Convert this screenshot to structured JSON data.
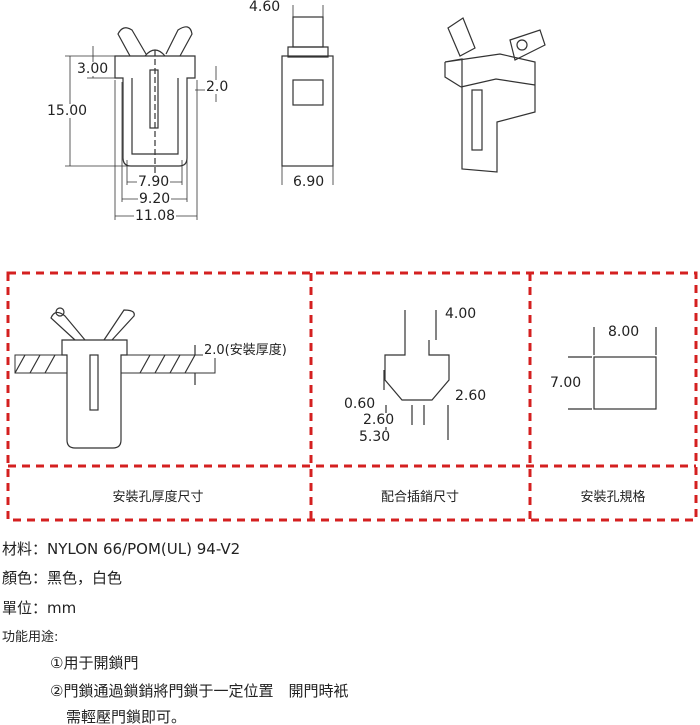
{
  "dimensions": {
    "front": {
      "height": "15.00",
      "top": "3.00",
      "step": "2.0",
      "inner": "7.90",
      "mid": "9.20",
      "outer": "11.08"
    },
    "side": {
      "top": "4.60",
      "bottom": "6.90"
    },
    "panel_thickness": {
      "thickness": "2.0(安裝厚度)"
    },
    "pin": {
      "top": "4.00",
      "small": "0.60",
      "right": "2.60",
      "mid": "2.60",
      "bottom": "5.30"
    },
    "hole": {
      "width": "8.00",
      "height": "7.00"
    }
  },
  "captions": [
    "安裝孔厚度尺寸",
    "配合插銷尺寸",
    "安裝孔規格"
  ],
  "specs": {
    "material": "材料：NYLON 66/POM(UL) 94-V2",
    "color": "顏色：黑色，白色",
    "unit": "單位：mm",
    "function_title": "功能用途:",
    "function_1": "①用于開鎖門",
    "function_2": "②門鎖通過鎖銷將門鎖于一定位置　開門時衹",
    "function_2b": "需輕壓門鎖即可。"
  },
  "colors": {
    "frame": "#d42020",
    "line": "#333333"
  }
}
